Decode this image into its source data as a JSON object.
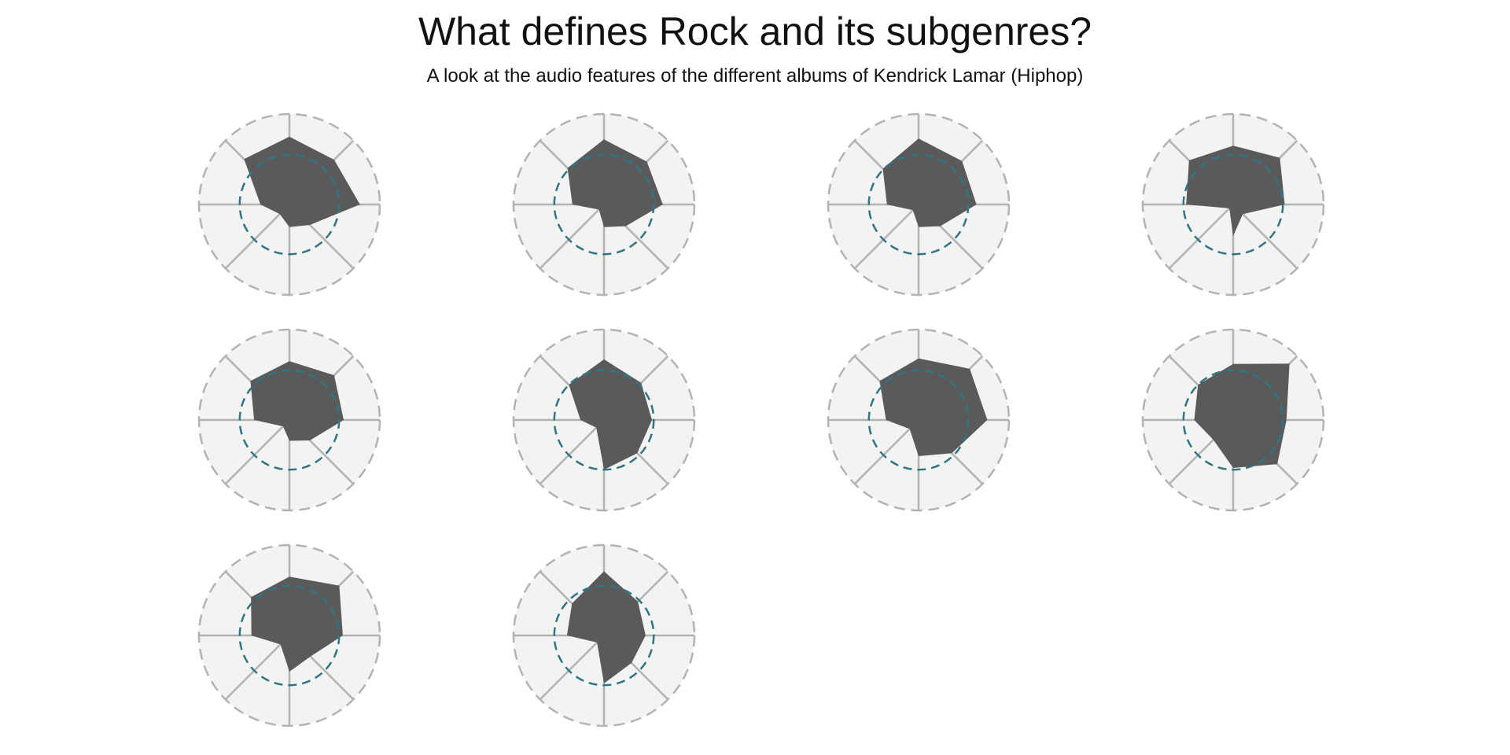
{
  "chart_data": {
    "type": "radar",
    "title": "What defines Rock and its subgenres?",
    "subtitle": "A look at the audio features of the different albums of Kendrick Lamar (Hiphop)",
    "axes_count": 8,
    "value_range": [
      0,
      1
    ],
    "reference_ring": 0.55,
    "grid": true,
    "colors": {
      "panel_background": "#f3f3f1",
      "polygon_fill": "#5a5a5a",
      "axis_lines": "#b3b3b3",
      "outer_ring": "#b3b3b3",
      "reference_ring": "#2e7585"
    },
    "panels": [
      {
        "values": [
          0.75,
          0.7,
          0.78,
          0.32,
          0.25,
          0.15,
          0.32,
          0.71
        ]
      },
      {
        "values": [
          0.72,
          0.67,
          0.65,
          0.34,
          0.25,
          0.08,
          0.35,
          0.57
        ]
      },
      {
        "values": [
          0.73,
          0.68,
          0.64,
          0.34,
          0.25,
          0.09,
          0.35,
          0.56
        ]
      },
      {
        "values": [
          0.65,
          0.73,
          0.57,
          0.15,
          0.35,
          0.06,
          0.52,
          0.69
        ]
      },
      {
        "values": [
          0.65,
          0.7,
          0.6,
          0.32,
          0.23,
          0.1,
          0.39,
          0.61
        ]
      },
      {
        "values": [
          0.67,
          0.58,
          0.53,
          0.52,
          0.55,
          0.12,
          0.26,
          0.55
        ]
      },
      {
        "values": [
          0.68,
          0.8,
          0.76,
          0.52,
          0.4,
          0.14,
          0.36,
          0.61
        ]
      },
      {
        "values": [
          0.62,
          0.88,
          0.59,
          0.69,
          0.53,
          0.31,
          0.43,
          0.55
        ]
      },
      {
        "values": [
          0.65,
          0.78,
          0.59,
          0.33,
          0.4,
          0.14,
          0.42,
          0.6
        ]
      },
      {
        "values": [
          0.71,
          0.53,
          0.46,
          0.43,
          0.53,
          0.11,
          0.41,
          0.5
        ]
      }
    ]
  }
}
